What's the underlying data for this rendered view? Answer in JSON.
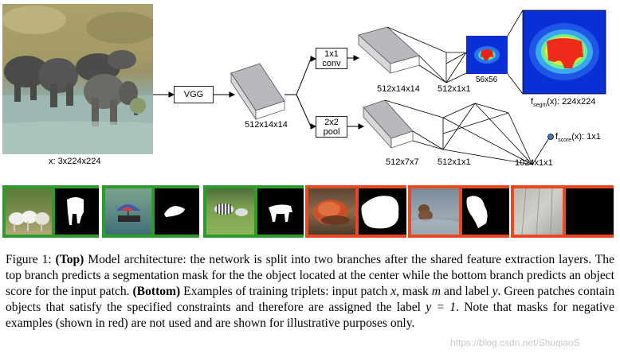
{
  "diagram": {
    "input_label": "x: 3x224x224",
    "vgg_label": "VGG",
    "shared_output_label": "512x14x14",
    "top_branch": {
      "op_line1": "1x1",
      "op_line2": "conv",
      "tensor1_label": "512x14x14",
      "tensor2_label": "512x1x1",
      "mask_small_label": "56x56",
      "output_prefix": "f",
      "output_sub": "segm",
      "output_suffix": "(x): 224x224"
    },
    "bottom_branch": {
      "op_line1": "2x2",
      "op_line2": "pool",
      "tensor1_label": "512x7x7",
      "tensor2_label": "512x1x1",
      "tensor3_label": "1024x1x1",
      "output_prefix": "f",
      "output_sub": "score",
      "output_suffix": "(x): 1x1"
    }
  },
  "examples": [
    {
      "label": "positive",
      "color": "#2a9d2a"
    },
    {
      "label": "positive",
      "color": "#2a9d2a"
    },
    {
      "label": "positive",
      "color": "#2a9d2a"
    },
    {
      "label": "negative",
      "color": "#e8491d"
    },
    {
      "label": "negative",
      "color": "#e8491d"
    },
    {
      "label": "negative",
      "color": "#e8491d"
    }
  ],
  "caption": {
    "fig_label": "Figure 1:",
    "top_bold": "(Top)",
    "part1": " Model architecture: the network is split into two branches after the shared feature extraction layers.  The top branch predicts a segmentation mask for the the object located at the center while the bottom branch predicts an object score for the input patch. ",
    "bottom_bold": "(Bottom)",
    "part2": " Examples of training triplets: input patch ",
    "var_x": "x",
    "part3": ", mask ",
    "var_m": "m",
    "part4": " and label ",
    "var_y": "y",
    "part5": ". Green patches contain objects that satisfy the specified constraints and therefore are assigned the label ",
    "eq": "y = 1",
    "part6": ". Note that masks for negative examples (shown in red) are not used and are shown for illustrative purposes only."
  },
  "watermark": "https://blog.csdn.net/ShuqiaoS"
}
